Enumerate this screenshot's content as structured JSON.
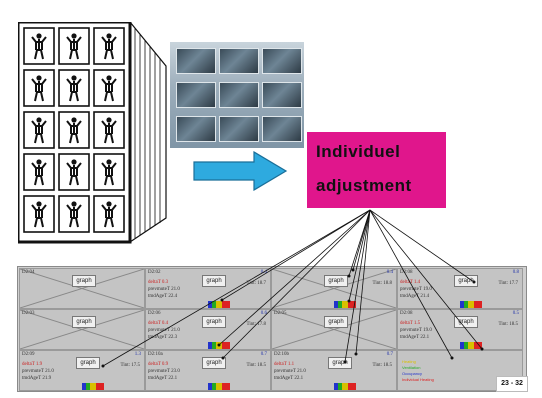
{
  "adjust_box": {
    "line1": "Individuel",
    "line2": "adjustment",
    "color": "#e0168c"
  },
  "arrow_color": "#2eaadf",
  "panel": {
    "button_label": "graph",
    "cells": [
      {
        "name": "D2:04",
        "num": "",
        "crossed": true,
        "l1": "",
        "l2": "",
        "l3": "",
        "tint": ""
      },
      {
        "name": "D2:02",
        "num": "0.4",
        "crossed": false,
        "l1": "deltaT 0.3",
        "l2": "prevmuteT 21.0",
        "l3": "tmdAgeT 22.4",
        "tint": "Tint: 18.7"
      },
      {
        "name": "",
        "num": "0.4",
        "crossed": true,
        "l1": "",
        "l2": "",
        "l3": "",
        "tint": "Tint: 18.8"
      },
      {
        "name": "D2:08",
        "num": "0.8",
        "crossed": false,
        "l1": "deltaT 1.4",
        "l2": "prevmuteT 19.0",
        "l3": "tmdAgeT 21.4",
        "tint": "Tint: 17.7"
      },
      {
        "name": "D2:03",
        "num": "",
        "crossed": true,
        "l1": "",
        "l2": "",
        "l3": "",
        "tint": ""
      },
      {
        "name": "D2:06",
        "num": "0.6",
        "crossed": false,
        "l1": "deltaT 0.4",
        "l2": "prevmuteT 21.0",
        "l3": "tmdAgeT 22.3",
        "tint": "Tint: 17.8"
      },
      {
        "name": "D2:05",
        "num": "",
        "crossed": true,
        "l1": "",
        "l2": "",
        "l3": "",
        "tint": ""
      },
      {
        "name": "D2:08",
        "num": "0.5",
        "crossed": false,
        "l1": "deltaT 1.5",
        "l2": "prevmuteT 19.0",
        "l3": "tmdAgeT 22.1",
        "tint": "Tint: 18.5"
      },
      {
        "name": "D2:09",
        "num": "1.3",
        "crossed": false,
        "l1": "deltaT 1.9",
        "l2": "prevmuteT 21.0",
        "l3": "tmdAgeT 21.9",
        "tint": "Tint: 17.5"
      },
      {
        "name": "D2:10a",
        "num": "0.7",
        "crossed": false,
        "l1": "deltaT 0.9",
        "l2": "prevmuteT 23.0",
        "l3": "tmdAgeT 22.1",
        "tint": "Tint: 18.5"
      },
      {
        "name": "D2:10b",
        "num": "0.7",
        "crossed": false,
        "l1": "deltaT 1.1",
        "l2": "prevmuteT 21.0",
        "l3": "tmdAgeT 22.1",
        "tint": "Tint: 18.5"
      },
      {
        "name": "",
        "num": "",
        "crossed": false,
        "l1": "",
        "l2": "",
        "l3": "",
        "tint": "",
        "legend": true
      }
    ],
    "legend": [
      "Heating",
      "Ventilation",
      "Occupancy",
      "Individual Heating"
    ],
    "legend_colors": [
      "#d8c000",
      "#22aa22",
      "#2233cc",
      "#dd2222"
    ]
  },
  "page_number": "23 - 32"
}
